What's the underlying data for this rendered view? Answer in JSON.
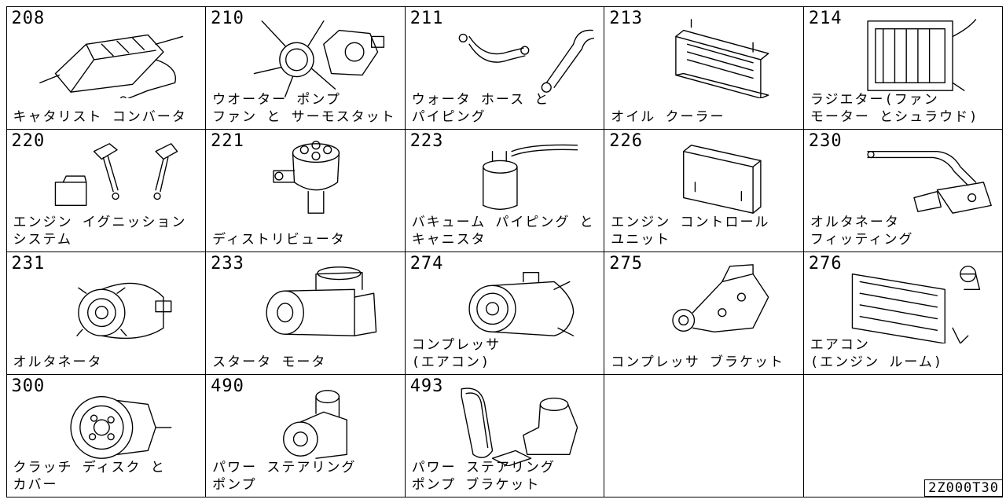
{
  "catalog_code": "2Z000T30",
  "cells": [
    {
      "num": "208",
      "lines": [
        "キャタリスト コンバータ"
      ],
      "icon": "catalytic-converter"
    },
    {
      "num": "210",
      "lines": [
        "ウオーター ポンプ",
        "ファン と サーモスタット"
      ],
      "icon": "water-pump-fan"
    },
    {
      "num": "211",
      "lines": [
        "ウォータ ホース と",
        "パイピング"
      ],
      "icon": "water-hose"
    },
    {
      "num": "213",
      "lines": [
        "オイル クーラー"
      ],
      "icon": "oil-cooler"
    },
    {
      "num": "214",
      "lines": [
        "ラジエター(ファン",
        "モーター とシュラウド)"
      ],
      "icon": "radiator"
    },
    {
      "num": "220",
      "lines": [
        "エンジン イグニッション",
        "システム"
      ],
      "icon": "ignition-coil"
    },
    {
      "num": "221",
      "lines": [
        "ディストリビュータ"
      ],
      "icon": "distributor"
    },
    {
      "num": "223",
      "lines": [
        "バキューム パイピング と",
        "キャニスタ"
      ],
      "icon": "canister"
    },
    {
      "num": "226",
      "lines": [
        "エンジン コントロール",
        "ユニット"
      ],
      "icon": "control-unit"
    },
    {
      "num": "230",
      "lines": [
        "オルタネータ",
        "フィッティング"
      ],
      "icon": "alternator-bracket"
    },
    {
      "num": "231",
      "lines": [
        "オルタネータ"
      ],
      "icon": "alternator"
    },
    {
      "num": "233",
      "lines": [
        "スタータ モータ"
      ],
      "icon": "starter-motor"
    },
    {
      "num": "274",
      "lines": [
        "コンプレッサ",
        "(エアコン)"
      ],
      "icon": "compressor"
    },
    {
      "num": "275",
      "lines": [
        "コンプレッサ ブラケット"
      ],
      "icon": "compressor-bracket"
    },
    {
      "num": "276",
      "lines": [
        "エアコン",
        "(エンジン ルーム)"
      ],
      "icon": "condenser"
    },
    {
      "num": "300",
      "lines": [
        "クラッチ ディスク と",
        "カバー"
      ],
      "icon": "clutch-disc"
    },
    {
      "num": "490",
      "lines": [
        "パワー ステアリング",
        "ポンプ"
      ],
      "icon": "power-steering-pump"
    },
    {
      "num": "493",
      "lines": [
        "パワー ステアリング",
        "ポンプ ブラケット"
      ],
      "icon": "pump-bracket"
    },
    {
      "num": "",
      "lines": [],
      "icon": ""
    },
    {
      "num": "",
      "lines": [],
      "icon": ""
    }
  ]
}
